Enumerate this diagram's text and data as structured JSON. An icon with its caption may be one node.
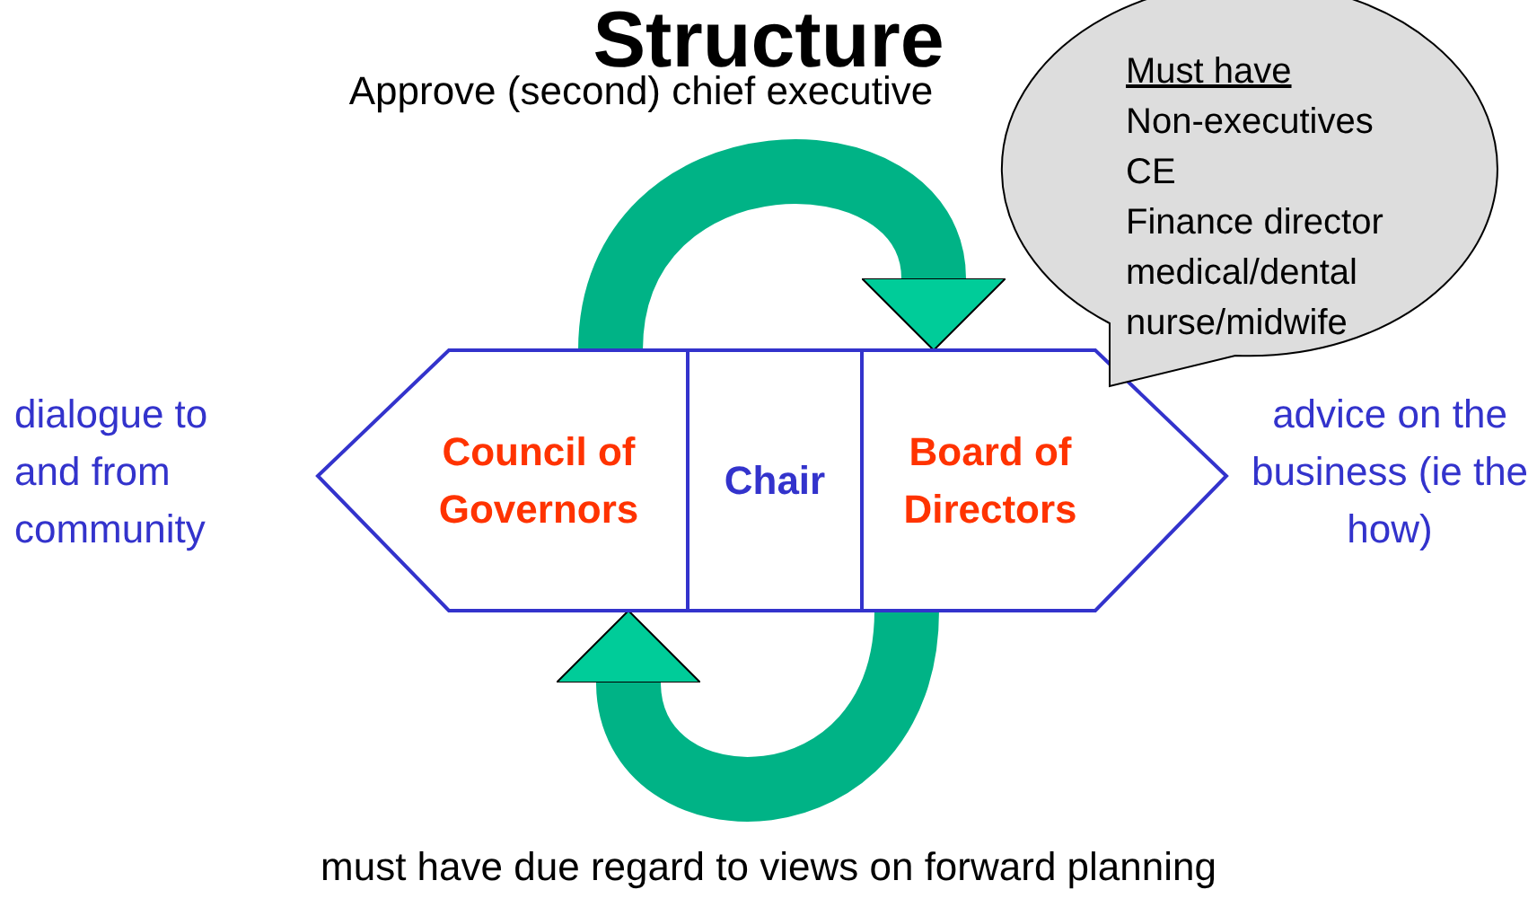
{
  "diagram": {
    "title": "Structure",
    "nodes": [
      {
        "text": [
          "Council of Governors"
        ],
        "beside": [
          "dialogue to and from community"
        ]
      },
      {
        "text": [
          "Chair"
        ]
      },
      {
        "text": [
          "Board of Directors"
        ],
        "beside": [
          "advice on the business (ie the how)"
        ]
      },
      {
        "text": [
          "Must have",
          "Non-executives",
          "CE",
          "Finance director",
          "medical/dental",
          "nurse/midwife"
        ]
      }
    ],
    "edges": [
      {
        "from": 0,
        "to": 2,
        "arrow": "to",
        "label": "Approve (second) chief executive"
      },
      {
        "from": 2,
        "to": 0,
        "arrow": "to",
        "label": "must have due regard to views on forward planning"
      }
    ]
  }
}
